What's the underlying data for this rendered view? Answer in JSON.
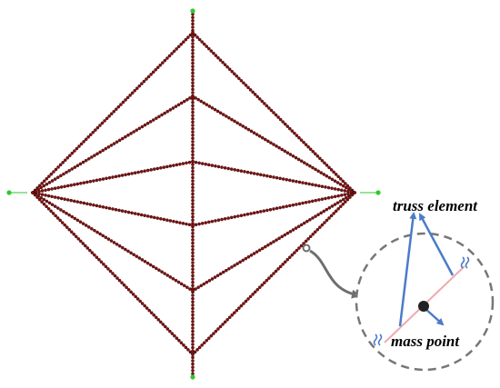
{
  "labels": {
    "truss_element": "truss  element",
    "mass_point": "mass point"
  },
  "colors": {
    "bead": "#7a1212",
    "bead_stroke": "#3d0606",
    "support": "#2ec92e",
    "arrow": "#4a7cc7",
    "element_line": "#f0a8b0",
    "mass": "#222222",
    "callout": "#6e6e6e",
    "label": "#000000"
  },
  "icons": {
    "support_marker": "green-support-dot",
    "spring_symbol": "wavy-spring-icon"
  }
}
